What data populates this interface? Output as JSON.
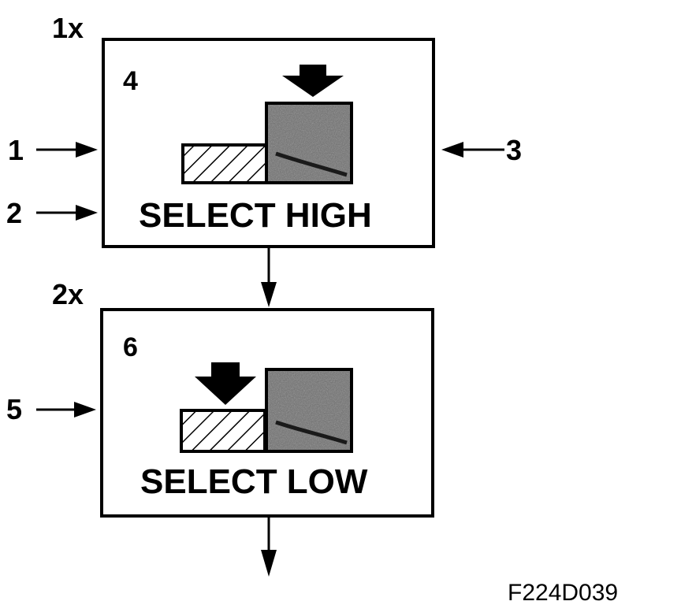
{
  "panel_high": {
    "count_label": "1x",
    "corner_number": "4",
    "caption": "SELECT HIGH"
  },
  "panel_low": {
    "count_label": "2x",
    "corner_number": "6",
    "caption": "SELECT LOW"
  },
  "callouts": {
    "c1": "1",
    "c2": "2",
    "c3": "3",
    "c5": "5"
  },
  "figure_code": "F224D039",
  "colors": {
    "ink": "#000000",
    "paper": "#ffffff",
    "dark_block": "#6b6b6b"
  }
}
